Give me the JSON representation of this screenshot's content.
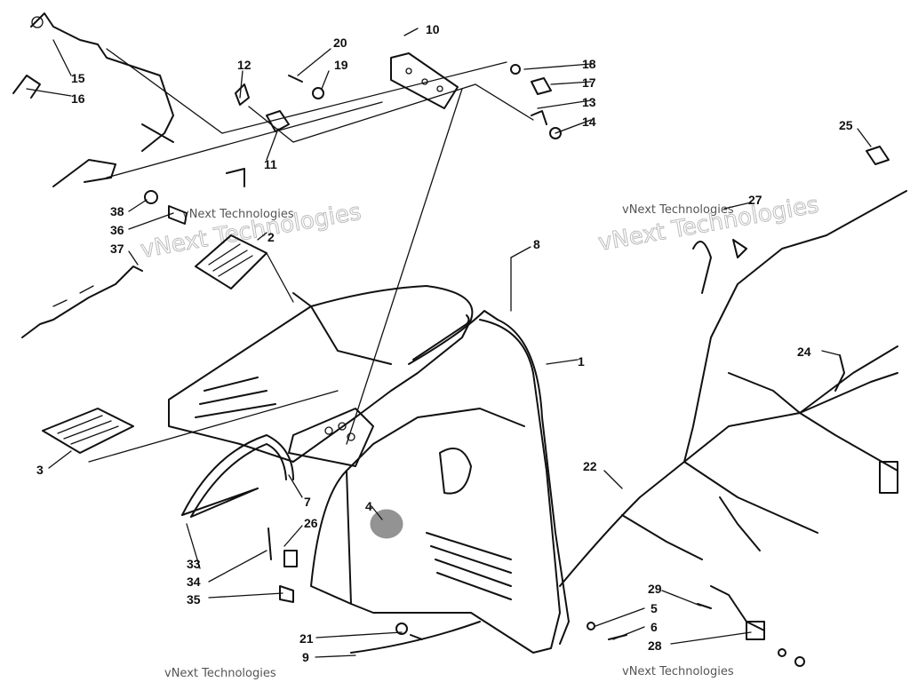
{
  "diagram": {
    "callouts": [
      "1",
      "2",
      "3",
      "4",
      "5",
      "6",
      "7",
      "8",
      "9",
      "10",
      "11",
      "12",
      "13",
      "14",
      "15",
      "16",
      "17",
      "18",
      "19",
      "20",
      "21",
      "22",
      "24",
      "25",
      "26",
      "27",
      "28",
      "29",
      "33",
      "34",
      "35",
      "36",
      "37",
      "38"
    ],
    "watermark": "vNext Technologies"
  }
}
